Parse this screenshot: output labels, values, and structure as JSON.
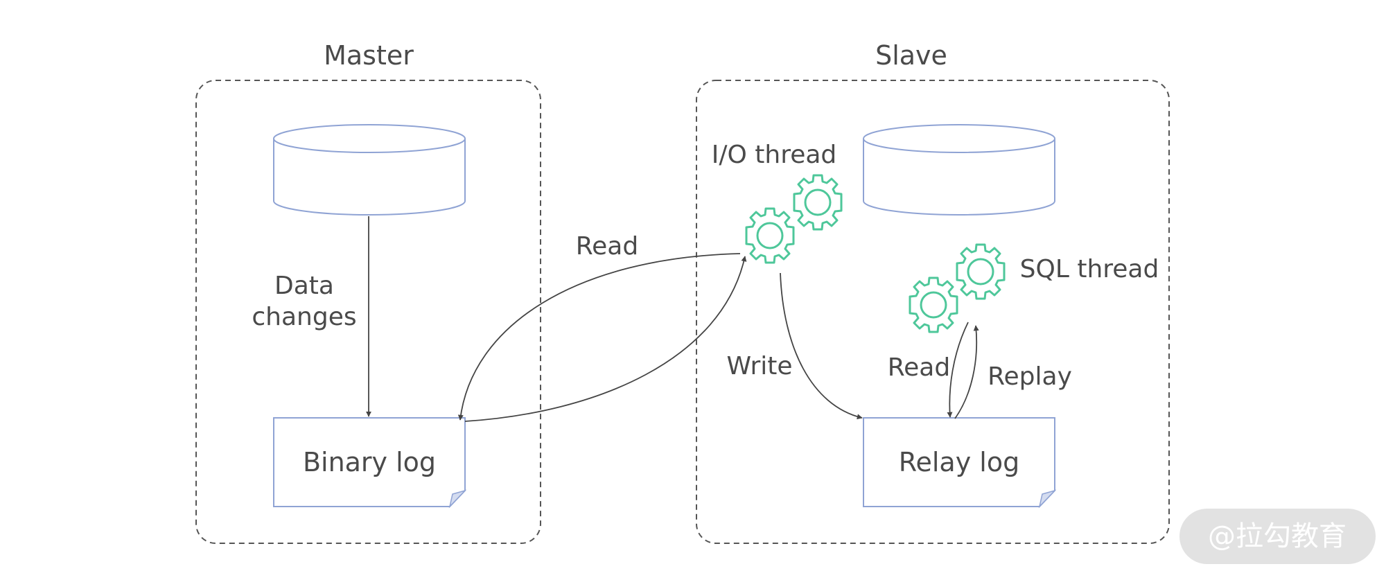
{
  "master": {
    "title": "Master",
    "data_changes_line1": "Data",
    "data_changes_line2": "changes",
    "binary_log": "Binary log"
  },
  "slave": {
    "title": "Slave",
    "io_thread": "I/O thread",
    "sql_thread": "SQL thread",
    "write": "Write",
    "read_relay": "Read",
    "replay": "Replay",
    "relay_log": "Relay log"
  },
  "link": {
    "read": "Read"
  },
  "watermark": "@拉勾教育",
  "colors": {
    "box_stroke": "#8fa3d4",
    "gear_stroke": "#4ec79a",
    "dashed_border": "#555555",
    "arrow": "#444444",
    "text": "#4a4a4a",
    "watermark_bg": "#e2e2e2"
  },
  "icons": {
    "thread": "gear-icon",
    "storage": "database-icon"
  }
}
